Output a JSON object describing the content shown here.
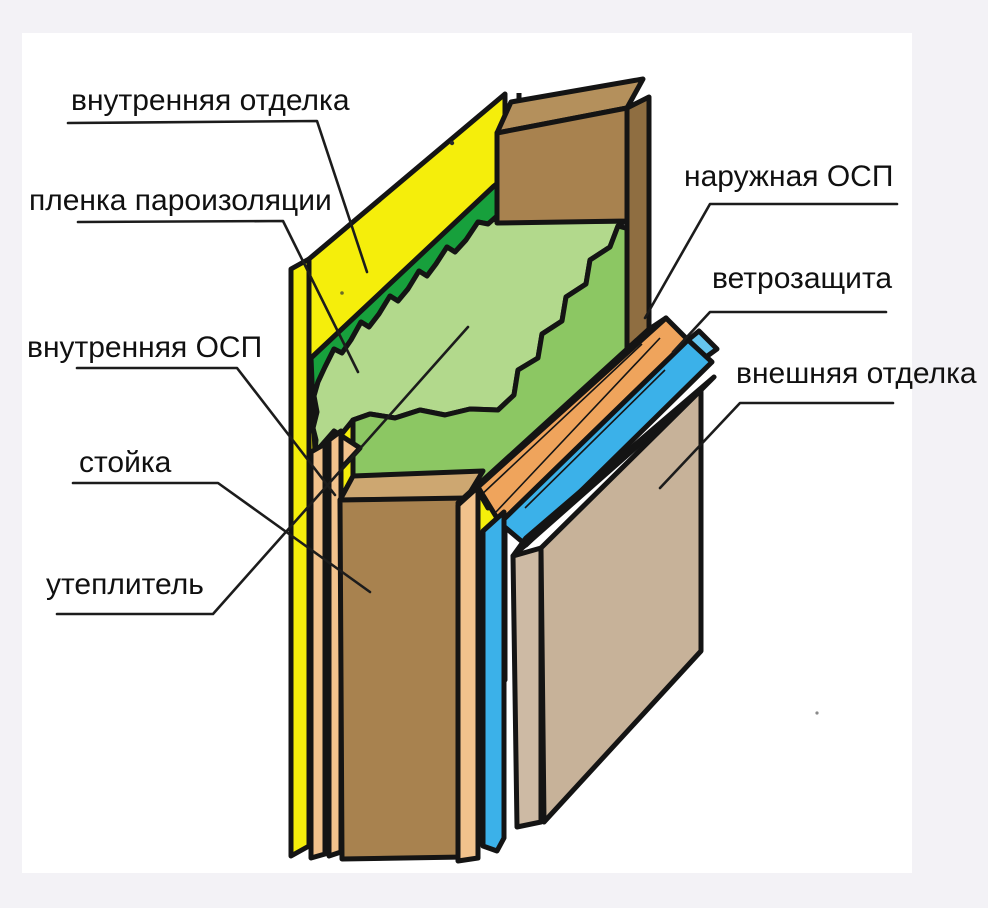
{
  "page": {
    "background": "#f3f2f6",
    "canvas_background": "#ffffff"
  },
  "diagram": {
    "type": "wall-layers-cutaway",
    "labels": {
      "interior_finish": "внутренняя отделка",
      "vapor_barrier": "пленка пароизоляции",
      "inner_osb": "внутренняя ОСП",
      "stud": "стойка",
      "insulation": "утеплитель",
      "outer_osb": "наружная ОСП",
      "wind_barrier": "ветрозащита",
      "exterior_finish": "внешняя отделка"
    },
    "colors": {
      "outline": "#141414",
      "interior_finish_yellow": "#f5ee0b",
      "vapor_barrier_green": "#17a03c",
      "insulation_light_green": "#b2d98c",
      "insulation_medium_green": "#8cc763",
      "beam_front_brown": "#a8824f",
      "beam_top_brown": "#b4905c",
      "beam_side_brown": "#8f6e41",
      "stud_top_brown": "#cda771",
      "osb_peach": "#f2c28c",
      "osb_orange": "#efa45c",
      "osb_orange_light": "#f6c78f",
      "wind_barrier_blue": "#3bb1e9",
      "wind_barrier_blue_light": "#66c6ef",
      "exterior_tan": "#c7b299",
      "exterior_tan_side": "#cdbaa4",
      "exterior_tan_top": "#d8c7b2"
    }
  }
}
